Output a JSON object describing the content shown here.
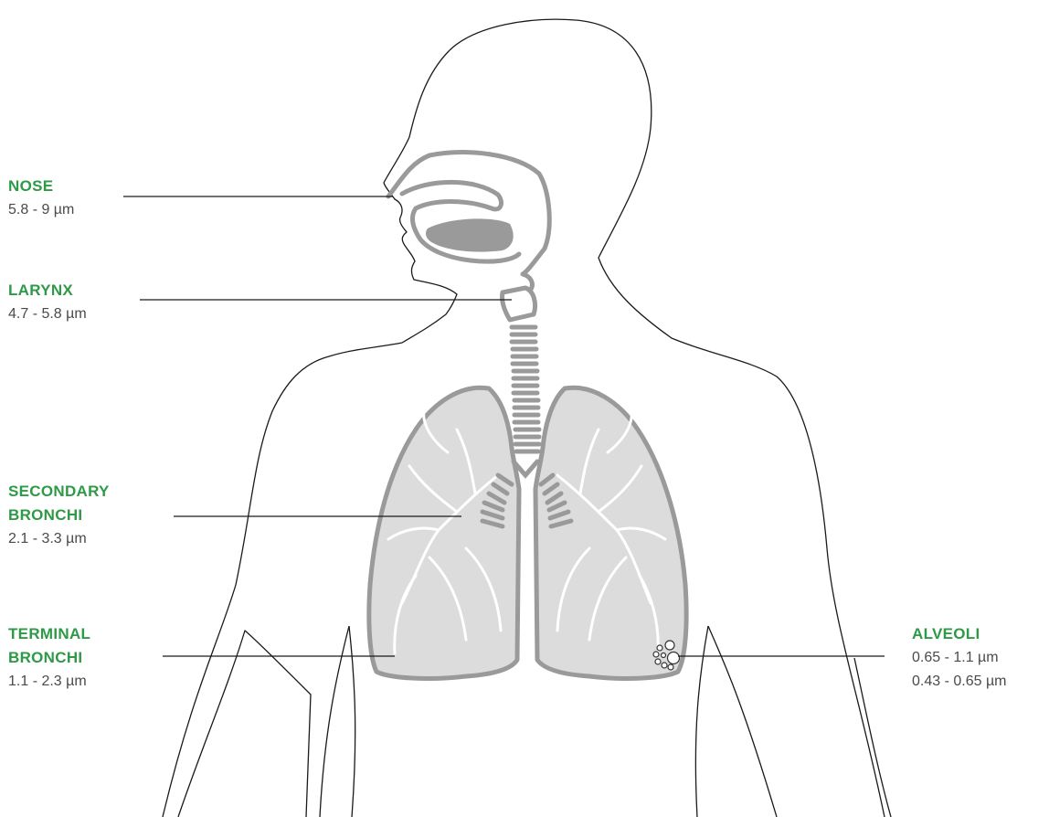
{
  "labels": {
    "nose": {
      "name": "NOSE",
      "values": [
        "5.8 - 9 µm"
      ]
    },
    "larynx": {
      "name": "LARYNX",
      "values": [
        "4.7 - 5.8 µm"
      ]
    },
    "secondary_bronchi": {
      "name_lines": [
        "SECONDARY",
        "BRONCHI"
      ],
      "values": [
        "2.1 - 3.3 µm"
      ]
    },
    "terminal_bronchi": {
      "name_lines": [
        "TERMINAL",
        "BRONCHI"
      ],
      "values": [
        "1.1 - 2.3 µm"
      ]
    },
    "alveoli": {
      "name": "ALVEOLI",
      "values": [
        "0.65 - 1.1 µm",
        "0.43 - 0.65 µm"
      ]
    }
  },
  "colors": {
    "label_green": "#2e9a47",
    "value_text": "#4a4a4a",
    "body_outline": "#1a1a1a",
    "organ_outline": "#9a9a9a",
    "lung_fill": "#dcdcdc",
    "tongue_fill": "#9a9a9a",
    "leader_line": "#1a1a1a"
  }
}
